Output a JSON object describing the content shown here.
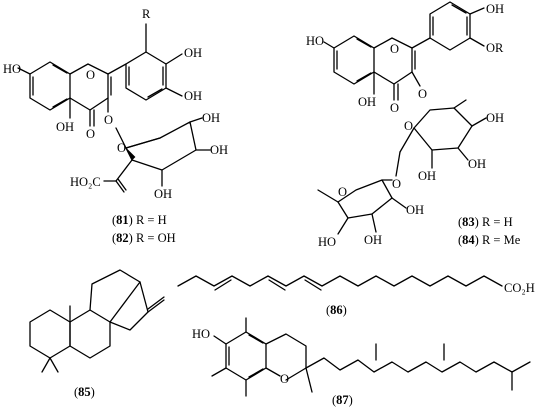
{
  "labels": {
    "c81": {
      "num": "81",
      "rest": " R = H",
      "open": "(",
      "close": ")"
    },
    "c82": {
      "num": "82",
      "rest": " R = OH",
      "open": "(",
      "close": ")"
    },
    "c83": {
      "num": "83",
      "rest": " R = H",
      "open": "(",
      "close": ")"
    },
    "c84": {
      "num": "84",
      "rest": " R = Me",
      "open": "(",
      "close": ")"
    },
    "c85": {
      "num": "85",
      "open": "(",
      "close": ")"
    },
    "c86": {
      "num": "86",
      "open": "(",
      "close": ")"
    },
    "c87": {
      "num": "87",
      "open": "(",
      "close": ")"
    }
  },
  "atoms": {
    "oh": "OH",
    "ho": "HO",
    "o": "O",
    "r": "R",
    "or": "OR",
    "h2c_cooh": "HO₂C",
    "co2h": "CO₂H"
  }
}
